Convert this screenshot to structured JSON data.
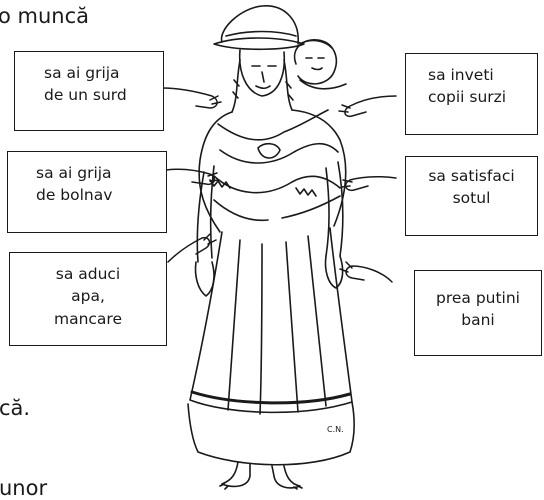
{
  "page": {
    "top_fragment": "o muncă",
    "bottom_fragment_1": "că.",
    "bottom_fragment_2": "unor"
  },
  "figure": {
    "artist_initials": "C.N."
  },
  "labels": {
    "left": [
      {
        "lines": [
          "sa ai grija",
          "de un surd"
        ]
      },
      {
        "lines": [
          "sa ai grija",
          "de bolnav"
        ]
      },
      {
        "lines": [
          "sa aduci",
          "apa,",
          "mancare"
        ]
      }
    ],
    "right": [
      {
        "lines": [
          "sa inveti",
          "copii surzi"
        ]
      },
      {
        "lines": [
          "sa satisfaci",
          "sotul"
        ]
      },
      {
        "lines": [
          "prea putini",
          "bani"
        ]
      }
    ]
  },
  "colors": {
    "ink": "#1a1a1a",
    "paper": "#ffffff"
  }
}
